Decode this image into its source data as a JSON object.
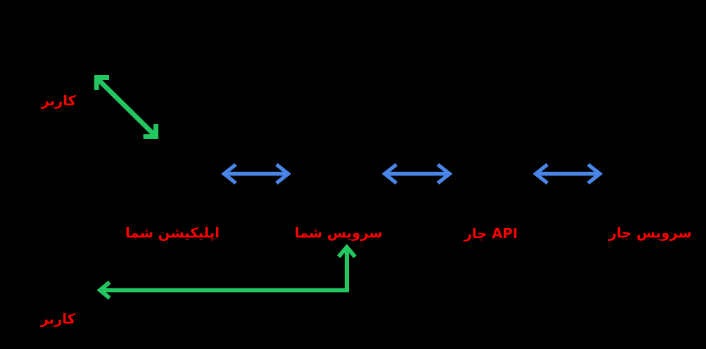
{
  "colors": {
    "background": "#000000",
    "label_red": "#fe0000",
    "arrow_green": "#22c762",
    "arrow_blue": "#4a86e8"
  },
  "labels": {
    "user_top": "کاربر",
    "user_bottom": "کاربر",
    "your_application": "اپلیکیشن شما",
    "your_service": "سرویس شما",
    "jar_api": "API جار",
    "jar_service": "سرویس جار"
  }
}
